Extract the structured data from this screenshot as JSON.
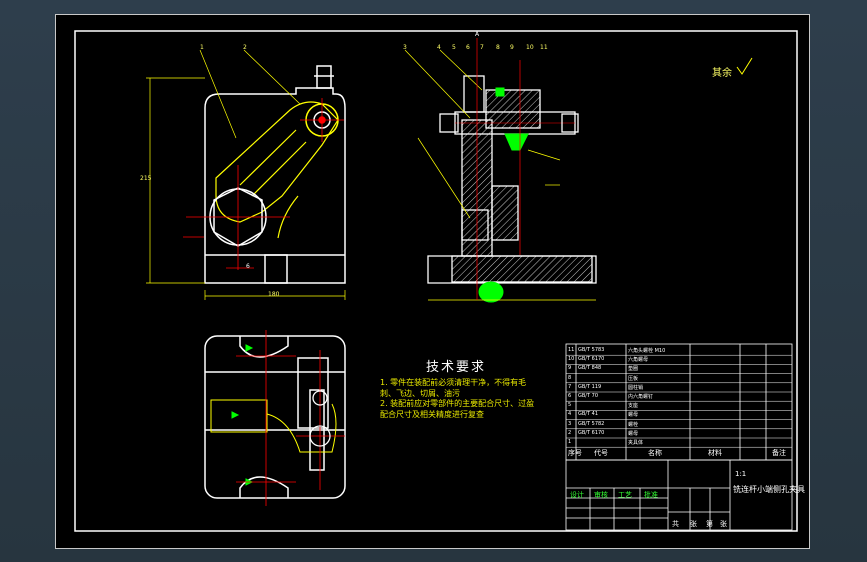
{
  "technical_requirements": {
    "title": "技术要求",
    "items": [
      "1. 零件在装配前必须清理干净，不得有毛",
      "刺、飞边、切屑、油污",
      "2. 装配前应对零部件的主要配合尺寸、过盈",
      "配合尺寸及相关精度进行复查"
    ]
  },
  "surface_roughness_note": "其余",
  "view_labels": {
    "section_mark": "A",
    "dim_height": "215",
    "dim_width": "180",
    "dim_small": "6"
  },
  "part_callouts": {
    "front_view": [
      "1",
      "2"
    ],
    "side_view": [
      "3",
      "4",
      "5",
      "6",
      "7",
      "8",
      "9",
      "10",
      "11"
    ]
  },
  "bom": {
    "rows": [
      {
        "no": "11",
        "code": "GB/T 5783",
        "name": "六角头螺栓 M10"
      },
      {
        "no": "10",
        "code": "GB/T 6170",
        "name": "六角螺母"
      },
      {
        "no": "9",
        "code": "GB/T 848",
        "name": "垫圈"
      },
      {
        "no": "8",
        "code": "",
        "name": "压板"
      },
      {
        "no": "7",
        "code": "GB/T 119",
        "name": "圆柱销"
      },
      {
        "no": "6",
        "code": "GB/T 70",
        "name": "内六角螺钉"
      },
      {
        "no": "5",
        "code": "",
        "name": "支座"
      },
      {
        "no": "4",
        "code": "GB/T 41",
        "name": "螺母"
      },
      {
        "no": "3",
        "code": "GB/T 5782",
        "name": "螺栓"
      },
      {
        "no": "2",
        "code": "GB/T 6170",
        "name": "螺母"
      },
      {
        "no": "1",
        "code": "",
        "name": "夹具体"
      }
    ],
    "header": {
      "no": "序号",
      "code": "代号",
      "name": "名称",
      "material": "材料",
      "note": "备注"
    }
  },
  "title_block": {
    "drawing_title": "铣连杆小端侧孔夹具",
    "scale": "1:1",
    "labels": [
      "设计",
      "审核",
      "工艺",
      "批准"
    ],
    "bottom_labels": [
      "共",
      "张",
      "第",
      "张"
    ]
  },
  "colors": {
    "sheet": "#000000",
    "border": "#ffffff",
    "line_white": "#ffffff",
    "line_yellow": "#ffff00",
    "line_green": "#00ff00",
    "line_red": "#ff0000",
    "line_cyan": "#00ffff",
    "hatch": "#ffffff"
  }
}
